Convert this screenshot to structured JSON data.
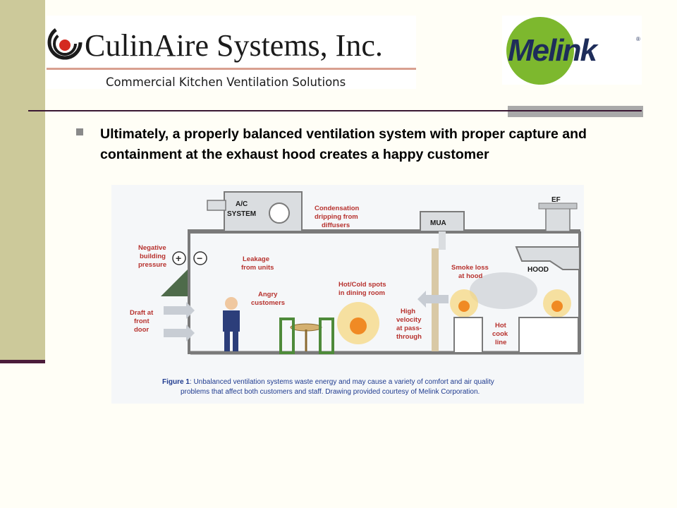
{
  "header": {
    "company_name": "CulinAire Systems, Inc.",
    "tagline": "Commercial Kitchen Ventilation Solutions",
    "partner_logo": "Melink",
    "registered_mark": "®"
  },
  "bullet": {
    "text": "Ultimately, a properly balanced ventilation system with proper capture and containment at the exhaust hood creates a happy customer"
  },
  "figure": {
    "labels": {
      "ac_system_1": "A/C",
      "ac_system_2": "SYSTEM",
      "condensation_1": "Condensation",
      "condensation_2": "dripping from",
      "condensation_3": "diffusers",
      "mua": "MUA",
      "ef": "EF",
      "negative_1": "Negative",
      "negative_2": "building",
      "negative_3": "pressure",
      "leakage_1": "Leakage",
      "leakage_2": "from units",
      "angry_1": "Angry",
      "angry_2": "customers",
      "hotcold_1": "Hot/Cold spots",
      "hotcold_2": "in dining room",
      "smoke_1": "Smoke loss",
      "smoke_2": "at hood",
      "hood": "HOOD",
      "draft_1": "Draft at",
      "draft_2": "front",
      "draft_3": "door",
      "velocity_1": "High",
      "velocity_2": "velocity",
      "velocity_3": "at pass-",
      "velocity_4": "through",
      "cookline_1": "Hot",
      "cookline_2": "cook",
      "cookline_3": "line",
      "plus": "+",
      "minus": "−"
    },
    "caption_bold": "Figure 1",
    "caption_line1": ": Unbalanced ventilation systems waste energy and may cause a variety of comfort and air quality",
    "caption_line2": "problems that affect both customers and staff.  Drawing provided courtesy of Melink Corporation."
  },
  "colors": {
    "sidebar": "#CCC99A",
    "accent_purple": "#4B1C3A",
    "melink_green": "#7DB82E",
    "melink_navy": "#1E2D5A",
    "culinaire_red": "#D42A20",
    "caption_blue": "#1F3B8F"
  }
}
